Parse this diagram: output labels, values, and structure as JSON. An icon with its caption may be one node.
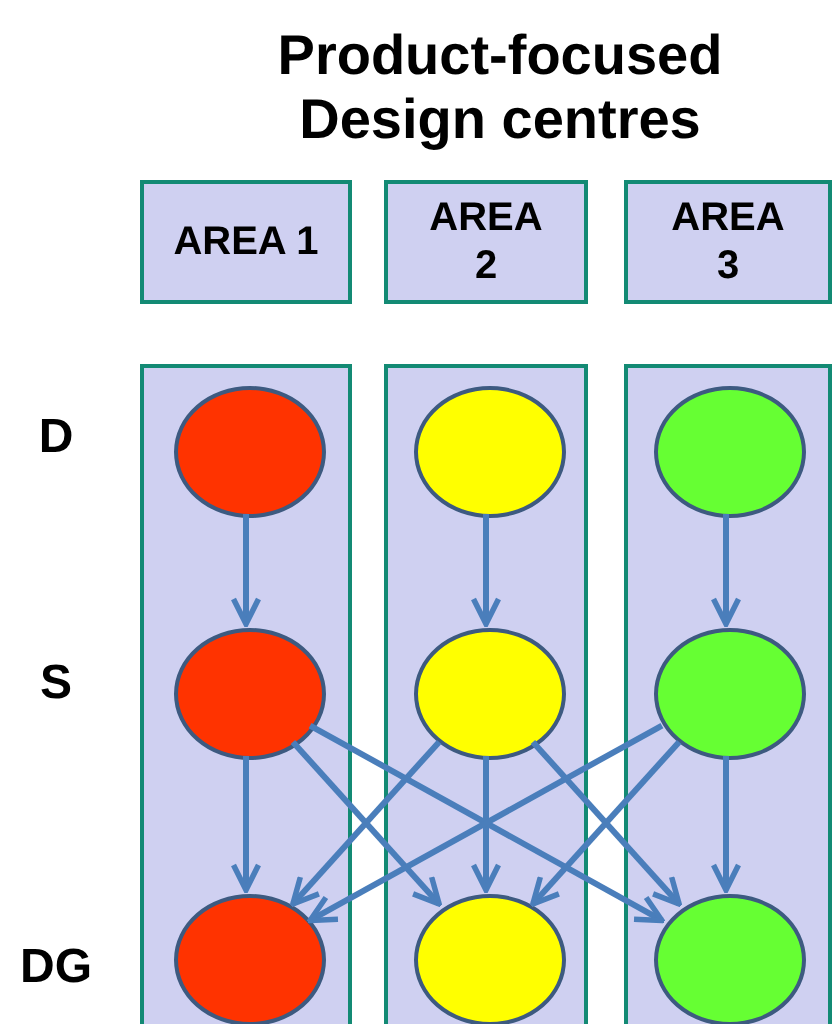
{
  "diagram": {
    "title": "Product-focused Design centres",
    "nodes": [
      {
        "text": [
          "AREA 1"
        ]
      },
      {
        "text": [
          "AREA 2"
        ]
      },
      {
        "text": [
          "AREA 3"
        ]
      },
      {
        "text": [],
        "shape": "box"
      },
      {
        "text": [],
        "shape": "circle",
        "in": 3
      },
      {
        "text": [],
        "shape": "circle",
        "in": 3
      },
      {
        "text": [],
        "shape": "circle",
        "in": 3
      },
      {
        "text": [],
        "shape": "box"
      },
      {
        "text": [],
        "shape": "circle",
        "in": 7
      },
      {
        "text": [],
        "shape": "circle",
        "in": 7
      },
      {
        "text": [],
        "shape": "circle",
        "in": 7
      },
      {
        "text": [],
        "shape": "box"
      },
      {
        "text": [],
        "shape": "circle",
        "in": 11
      },
      {
        "text": [],
        "shape": "circle",
        "in": 11
      },
      {
        "text": [],
        "shape": "circle",
        "in": 11
      }
    ],
    "edges": [
      {
        "from": 4,
        "to": 5,
        "arrow": "to"
      },
      {
        "from": 8,
        "to": 9,
        "arrow": "to"
      },
      {
        "from": 12,
        "to": 13,
        "arrow": "to"
      },
      {
        "from": 5,
        "to": 6,
        "arrow": "to"
      },
      {
        "from": 5,
        "to": 10,
        "arrow": "to"
      },
      {
        "from": 5,
        "to": 14,
        "arrow": "to"
      },
      {
        "from": 9,
        "to": 6,
        "arrow": "to"
      },
      {
        "from": 9,
        "to": 10,
        "arrow": "to"
      },
      {
        "from": 9,
        "to": 14,
        "arrow": "to"
      },
      {
        "from": 13,
        "to": 6,
        "arrow": "to"
      },
      {
        "from": 13,
        "to": 10,
        "arrow": "to"
      },
      {
        "from": 13,
        "to": 14,
        "arrow": "to"
      }
    ],
    "labels": [
      "D",
      "S",
      "DG"
    ]
  }
}
